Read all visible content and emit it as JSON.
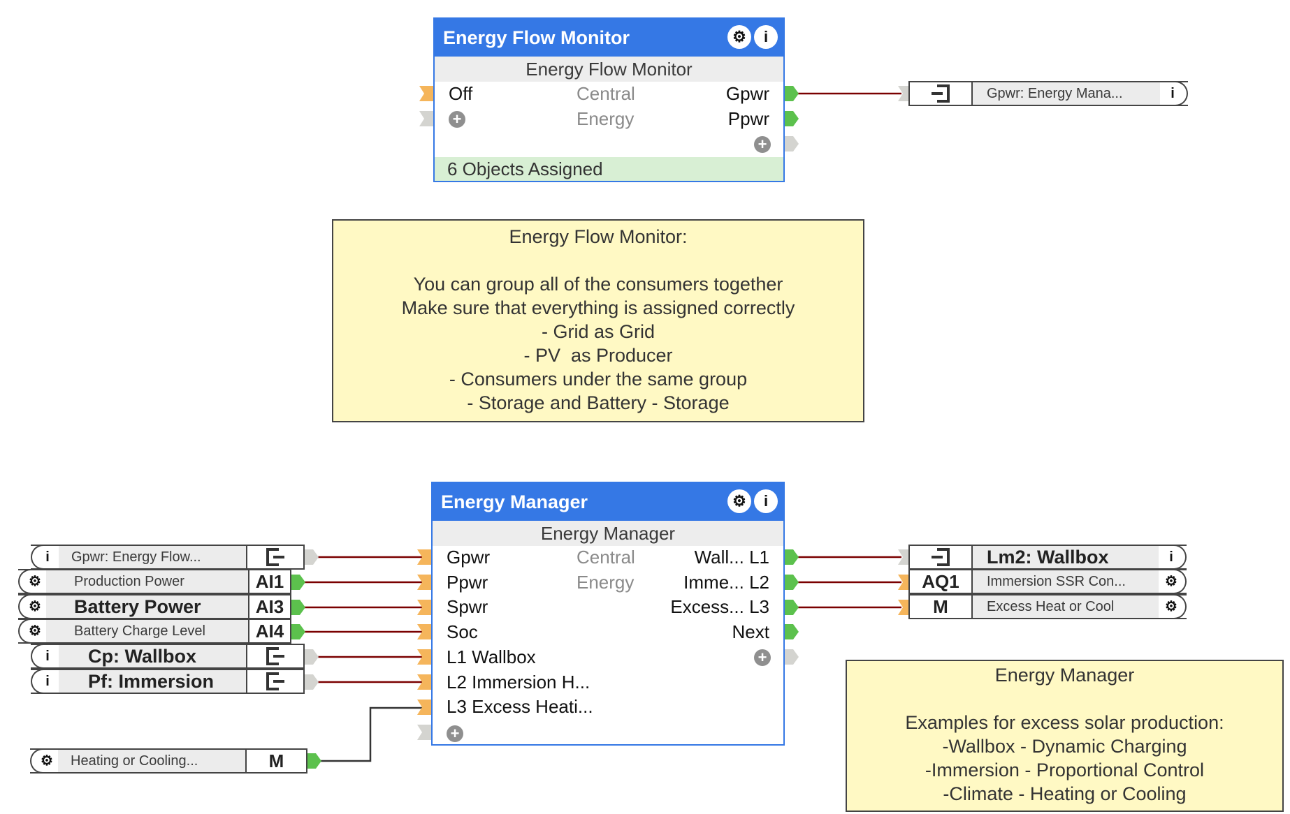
{
  "colors": {
    "block_header": "#3578e5",
    "input_port_active": "#f5b55b",
    "output_port_active": "#5cc14d",
    "port_empty": "#d4d4d0",
    "wire": "#7a0000",
    "note_bg": "#fff9c4",
    "footer_bg": "#d8efd4"
  },
  "energy_flow_monitor": {
    "title": "Energy Flow Monitor",
    "subtitle": "Energy Flow Monitor",
    "center_lines": [
      "Central",
      "Energy"
    ],
    "inputs": [
      {
        "label": "Off",
        "state": "active"
      },
      {
        "label": "",
        "state": "add"
      }
    ],
    "outputs": [
      {
        "label": "Gpwr",
        "state": "active"
      },
      {
        "label": "Ppwr",
        "state": "active"
      },
      {
        "label": "",
        "state": "add"
      }
    ],
    "footer": "6 Objects Assigned",
    "icons": [
      "gear-icon",
      "info-icon"
    ]
  },
  "note_flow_monitor": {
    "lines": [
      "Energy Flow Monitor:",
      "",
      "You can group all of the consumers together",
      "Make sure that everything is assigned correctly",
      "- Grid as Grid",
      "- PV  as Producer",
      "- Consumers under the same group",
      "- Storage and Battery - Storage"
    ]
  },
  "gpwr_reference_out": {
    "icon": "reference-input-icon",
    "label": "Gpwr: Energy Mana...",
    "end_icon": "info-icon"
  },
  "energy_manager": {
    "title": "Energy Manager",
    "subtitle": "Energy Manager",
    "center_lines": [
      "Central",
      "Energy"
    ],
    "inputs": [
      {
        "label": "Gpwr",
        "state": "active"
      },
      {
        "label": "Ppwr",
        "state": "active"
      },
      {
        "label": "Spwr",
        "state": "active"
      },
      {
        "label": "Soc",
        "state": "active"
      },
      {
        "label": "L1 Wallbox",
        "state": "active"
      },
      {
        "label": "L2 Immersion H...",
        "state": "active"
      },
      {
        "label": "L3 Excess Heati...",
        "state": "active"
      },
      {
        "label": "",
        "state": "add"
      }
    ],
    "outputs": [
      {
        "label": "Wall... L1",
        "state": "active"
      },
      {
        "label": "Imme... L2",
        "state": "active"
      },
      {
        "label": "Excess... L3",
        "state": "active"
      },
      {
        "label": "Next",
        "state": "active"
      },
      {
        "label": "",
        "state": "add"
      }
    ],
    "icons": [
      "gear-icon",
      "info-icon"
    ]
  },
  "left_objects": [
    {
      "icon": "info-icon",
      "label": "Gpwr: Energy Flow...",
      "tag": "",
      "tag_icon": "reference-output-icon",
      "big": false
    },
    {
      "icon": "gear-icon",
      "label": "Production Power",
      "tag": "AI1",
      "big": false
    },
    {
      "icon": "gear-icon",
      "label": "Battery Power",
      "tag": "AI3",
      "big": true
    },
    {
      "icon": "gear-icon",
      "label": "Battery Charge Level",
      "tag": "AI4",
      "big": false
    },
    {
      "icon": "info-icon",
      "label": "Cp: Wallbox",
      "tag": "",
      "tag_icon": "reference-output-icon",
      "big": true
    },
    {
      "icon": "info-icon",
      "label": "Pf: Immersion",
      "tag": "",
      "tag_icon": "reference-output-icon",
      "big": true
    },
    {
      "icon": "gear-icon",
      "label": "Heating or Cooling...",
      "tag": "M",
      "big": false
    }
  ],
  "right_objects": [
    {
      "tag": "",
      "tag_icon": "reference-input-icon",
      "label": "Lm2: Wallbox",
      "end_icon": "info-icon",
      "big": true
    },
    {
      "tag": "AQ1",
      "label": "Immersion SSR Con...",
      "end_icon": "gear-icon",
      "big": false
    },
    {
      "tag": "M",
      "label": "Excess Heat or Cool",
      "end_icon": "gear-icon",
      "big": false
    }
  ],
  "note_energy_manager": {
    "lines": [
      "Energy Manager",
      "",
      "Examples for excess solar production:",
      "-Wallbox - Dynamic Charging",
      "-Immersion - Proportional Control",
      "-Climate - Heating or Cooling"
    ]
  }
}
